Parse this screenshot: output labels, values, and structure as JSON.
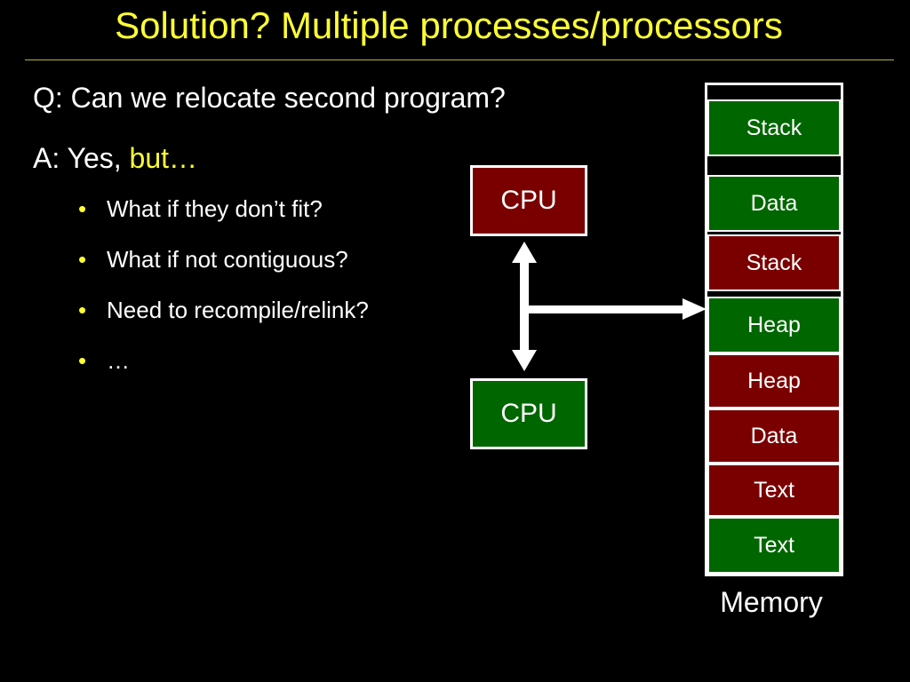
{
  "title": "Solution? Multiple processes/processors",
  "question": "Q: Can we relocate second program?",
  "answer": {
    "prefix": "A: Yes, ",
    "highlight": "but…"
  },
  "bullets": [
    "What if they don’t fit?",
    "What if not contiguous?",
    "Need to recompile/relink?",
    "…"
  ],
  "cpus": [
    {
      "label": "CPU",
      "color": "#7a0000"
    },
    {
      "label": "CPU",
      "color": "#006600"
    }
  ],
  "memory": {
    "label": "Memory",
    "blocks": [
      {
        "label": "Stack",
        "color": "#006600"
      },
      {
        "label": "Data",
        "color": "#006600"
      },
      {
        "label": "Stack",
        "color": "#7a0000"
      },
      {
        "label": "Heap",
        "color": "#006600"
      },
      {
        "label": "Heap",
        "color": "#7a0000"
      },
      {
        "label": "Data",
        "color": "#7a0000"
      },
      {
        "label": "Text",
        "color": "#7a0000"
      },
      {
        "label": "Text",
        "color": "#006600"
      }
    ]
  },
  "colors": {
    "title": "#ffff33",
    "highlight": "#ffff33",
    "green": "#006600",
    "red": "#7a0000"
  }
}
